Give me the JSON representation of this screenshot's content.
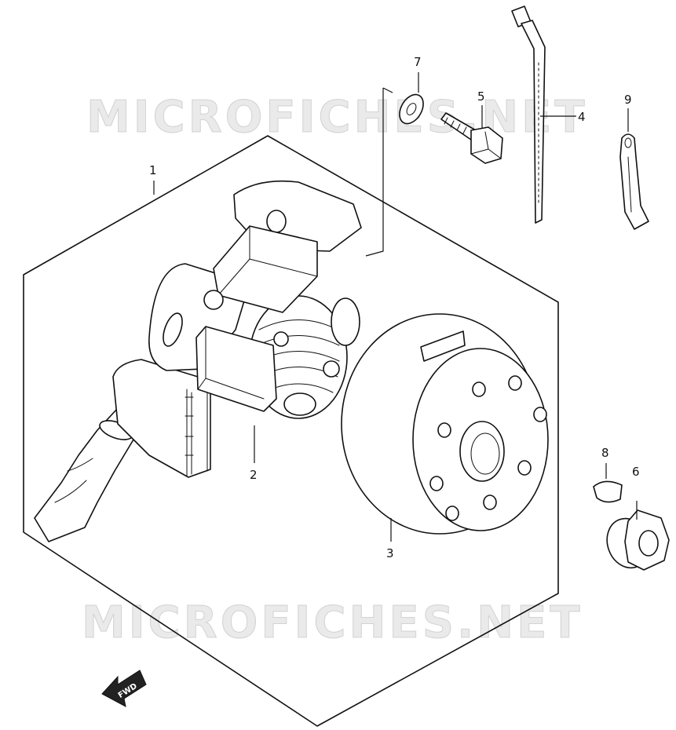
{
  "diagram": {
    "callouts": [
      {
        "id": "c1",
        "label": "1"
      },
      {
        "id": "c2",
        "label": "2"
      },
      {
        "id": "c3",
        "label": "3"
      },
      {
        "id": "c4",
        "label": "4"
      },
      {
        "id": "c5",
        "label": "5"
      },
      {
        "id": "c6",
        "label": "6"
      },
      {
        "id": "c7",
        "label": "7"
      },
      {
        "id": "c8",
        "label": "8"
      },
      {
        "id": "c9",
        "label": "9"
      }
    ],
    "watermark": "MICROFICHES.NET",
    "direction_marker": "FWD"
  }
}
